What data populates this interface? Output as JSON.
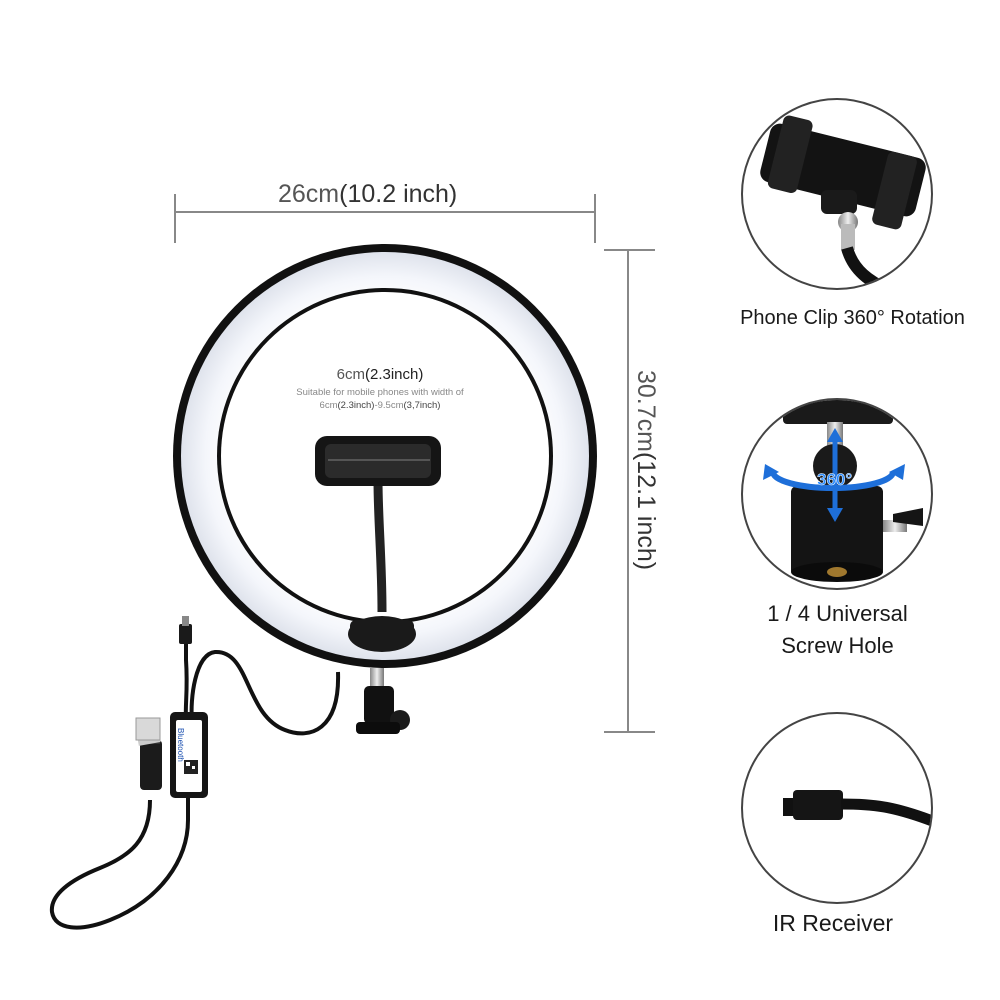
{
  "dimensions": {
    "width_value": "26cm",
    "width_inch": "(10.2 inch)",
    "height_value": "30.7cm",
    "height_inch": "(12.1 inch)"
  },
  "clip_spec": {
    "value": "6cm",
    "inch": "(2.3inch)",
    "note_line1": "Suitable for mobile phones with width of",
    "note_line2_a": "6cm",
    "note_line2_b": "(2.3inch)",
    "note_line2_c": "-9.5cm",
    "note_line2_d": "(3,7inch)"
  },
  "features": [
    {
      "label": "Phone Clip 360° Rotation"
    },
    {
      "label_line1": "1 / 4 Universal",
      "label_line2": "Screw Hole",
      "badge": "360°"
    },
    {
      "label": "IR Receiver"
    }
  ],
  "controller": {
    "text": "Bluetooth"
  },
  "icons": [
    "phone-clip-icon",
    "ball-head-icon",
    "ir-receiver-icon",
    "usb-plug-icon",
    "ring-light-icon"
  ]
}
